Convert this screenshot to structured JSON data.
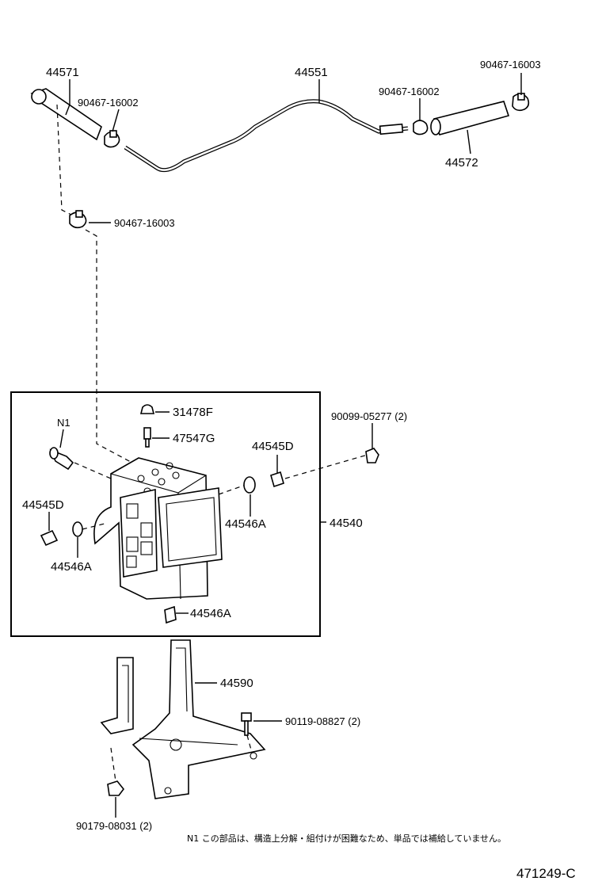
{
  "labels": {
    "hose_left": "44571",
    "tube_main": "44551",
    "clamp_top_right": "90467-16003",
    "clamp_left_top": "90467-16002",
    "clamp_right_mid": "90467-16002",
    "hose_right": "44572",
    "clamp_left_low": "90467-16003",
    "cap": "31478F",
    "bleeder": "47547G",
    "note_ref": "N1",
    "nut_right": "90099-05277 (2)",
    "union_right": "44545D",
    "union_left": "44545D",
    "gasket_right": "44546A",
    "gasket_left": "44546A",
    "actuator_assy": "44540",
    "cushion": "44546A",
    "bracket": "44590",
    "bolt_right": "90119-08827 (2)",
    "nut_bottom": "90179-08031 (2)"
  },
  "footnote": "N1  この部品は、構造上分解・組付けが困難なため、単品では補給していません。",
  "diagram_code": "471249-C"
}
